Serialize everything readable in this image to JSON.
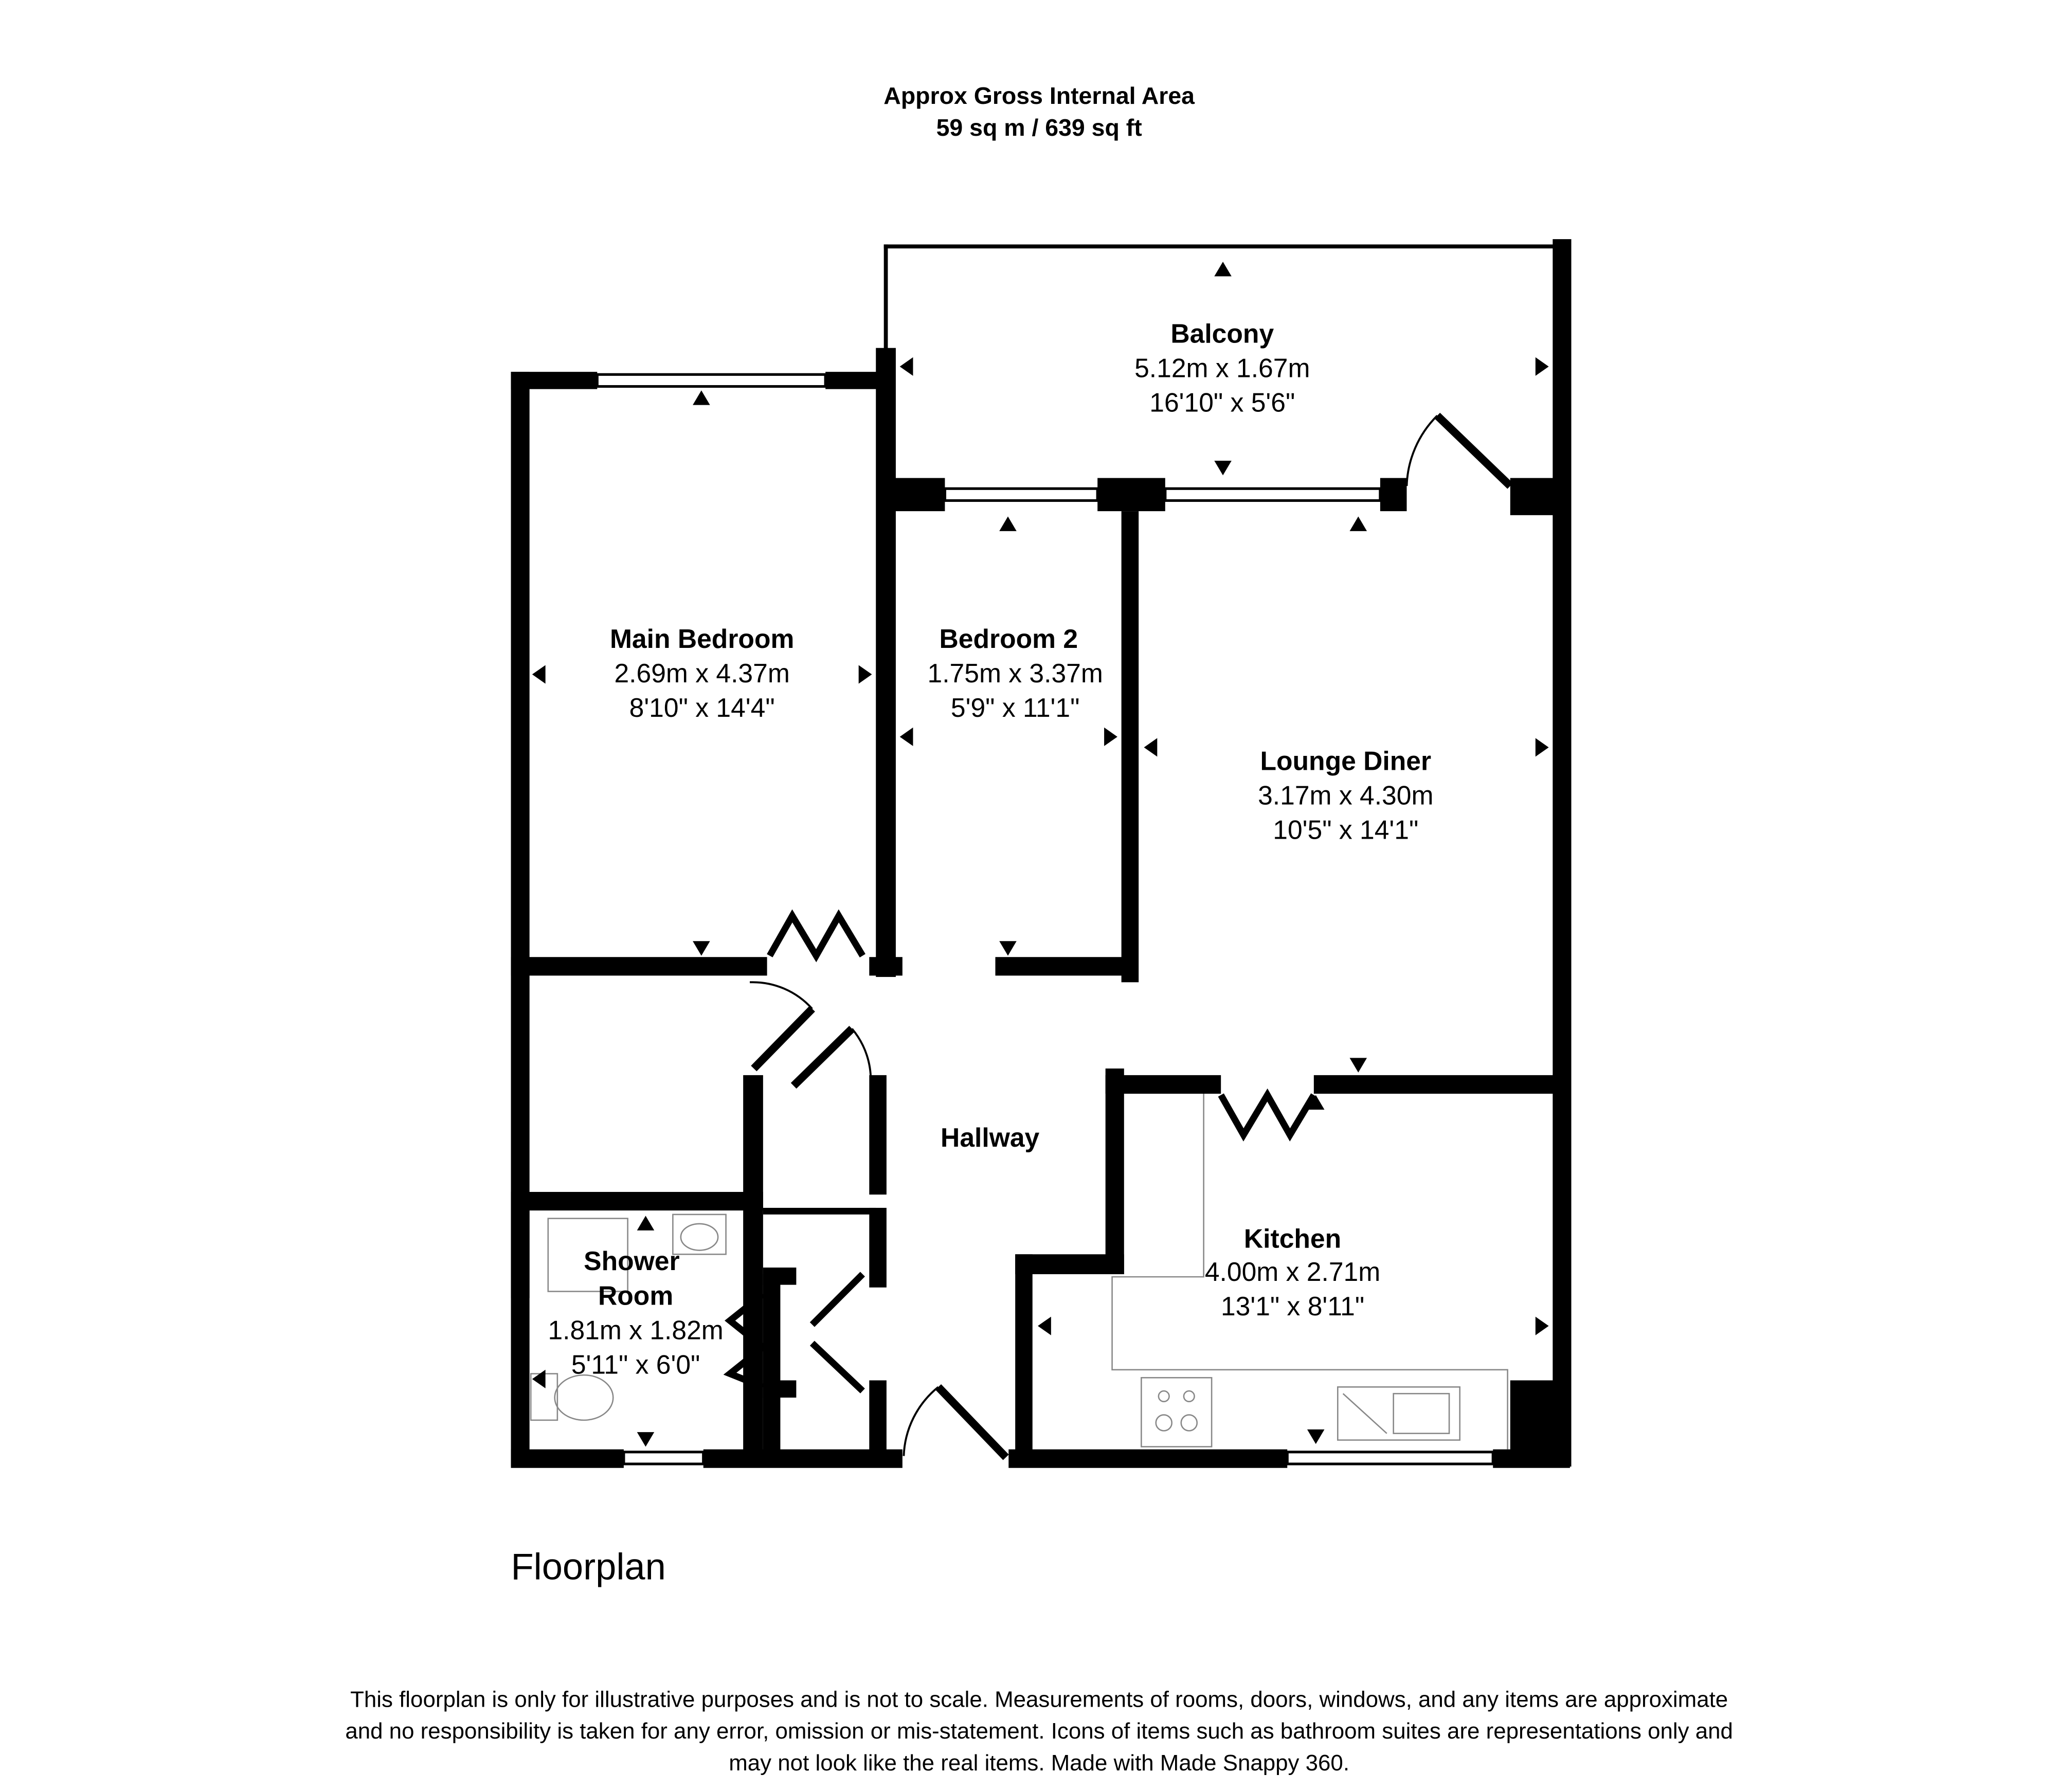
{
  "header": {
    "title": "Approx Gross Internal Area",
    "area": "59 sq m / 639 sq ft"
  },
  "rooms": {
    "balcony": {
      "name": "Balcony",
      "metric": "5.12m x 1.67m",
      "imperial": "16'10\" x 5'6\""
    },
    "main_bedroom": {
      "name": "Main Bedroom",
      "metric": "2.69m x 4.37m",
      "imperial": "8'10\" x 14'4\""
    },
    "bedroom2": {
      "name": "Bedroom 2",
      "metric": "1.75m x 3.37m",
      "imperial": "5'9\" x 11'1\""
    },
    "lounge": {
      "name": "Lounge Diner",
      "metric": "3.17m x 4.30m",
      "imperial": "10'5\" x 14'1\""
    },
    "hallway": {
      "name": "Hallway"
    },
    "kitchen": {
      "name": "Kitchen",
      "metric": "4.00m x 2.71m",
      "imperial": "13'1\" x 8'11\""
    },
    "shower": {
      "name_line1": "Shower",
      "name_line2": "Room",
      "metric": "1.81m x 1.82m",
      "imperial": "5'11\" x 6'0\""
    }
  },
  "floor_label": "Floorplan",
  "disclaimer": {
    "line1": "This floorplan is only for illustrative purposes and is not to scale. Measurements of rooms, doors, windows, and any items are approximate",
    "line2": "and no responsibility is taken for any error, omission or mis-statement. Icons of items such as bathroom suites are representations only and",
    "line3": "may not look like the real items. Made with Made Snappy 360."
  }
}
